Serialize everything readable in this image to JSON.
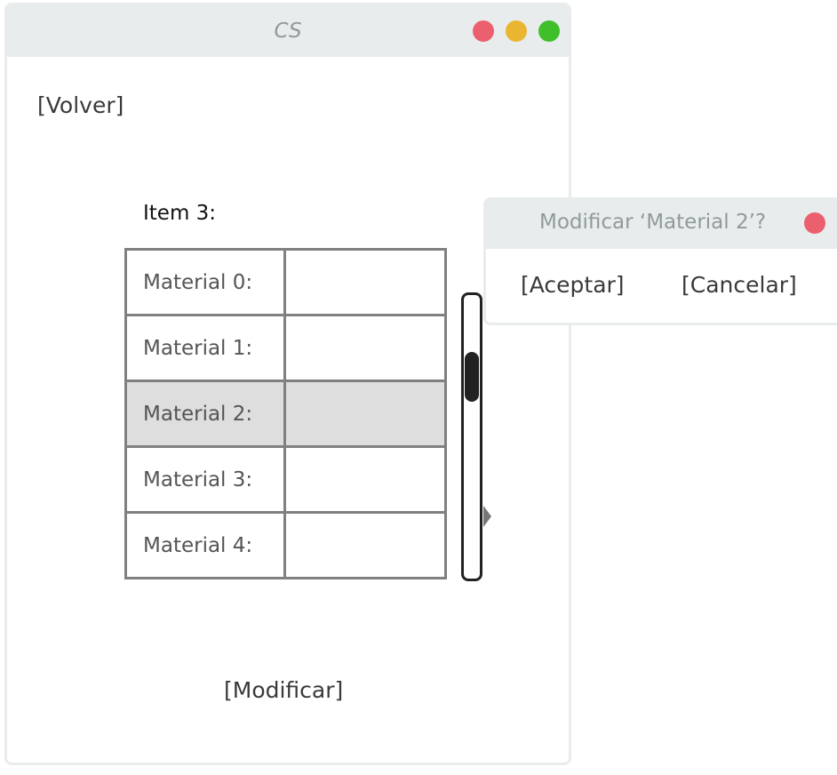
{
  "window": {
    "title": "CS",
    "controls": {
      "close": "#ec5f6f",
      "minimize": "#eab531",
      "maximize": "#3fc02b"
    }
  },
  "main": {
    "back_label": "[Volver]",
    "section_title": "Item 3:",
    "materials": [
      {
        "label": "Material 0:",
        "value": ""
      },
      {
        "label": "Material 1:",
        "value": ""
      },
      {
        "label": "Material 2:",
        "value": ""
      },
      {
        "label": "Material 3:",
        "value": ""
      },
      {
        "label": "Material 4:",
        "value": ""
      }
    ],
    "selected_index": 2,
    "modify_label": "[Modificar]"
  },
  "dialog": {
    "title": "Modificar ‘Material 2’?",
    "accept_label": "[Aceptar]",
    "cancel_label": "[Cancelar]"
  }
}
